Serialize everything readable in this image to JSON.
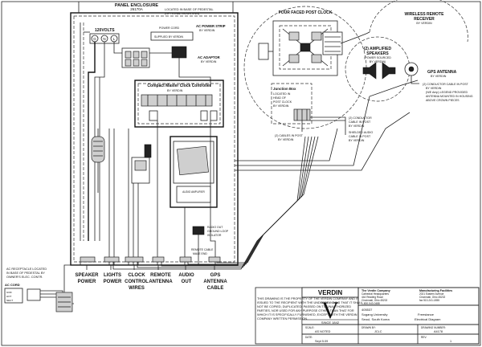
{
  "enclosure": {
    "title": "PANEL ENCLOSURE",
    "model": "26170A",
    "note1": "LOCATED IN BASE OF PEDESTAL",
    "note2": "(OPTIONAL MOUNTING)",
    "voltage": "120VOLTS",
    "term_g": "G",
    "term_n": "N",
    "term_l": "L",
    "power_strip": "AC POWER STRIP",
    "power_strip_by": "BY VERDIN",
    "supplied_by": "SUPPLIED BY VERDIN",
    "power_cord": "POWER CORD",
    "adaptor": "AC ADAPTOR",
    "adaptor_by": "BY VERDIN",
    "controller_title": "Compact Master Clock Controller",
    "controller_by": "BY VERDIN",
    "amp_title": "AUDIO AMPLIFIER",
    "isolator": "RADIO OUT",
    "isolator2": "GROUND LOOP",
    "isolator3": "ISOLATOR",
    "remote_cable": "REMOTE CABLE",
    "remote_cable2": "MALE END"
  },
  "bottom_labels": [
    {
      "l1": "SPEAKER",
      "l2": "POWER"
    },
    {
      "l1": "LIGHTS",
      "l2": "POWER"
    },
    {
      "l1": "CLOCK",
      "l2": "CONTROL",
      "l3": "WIRES"
    },
    {
      "l1": "REMOTE",
      "l2": "ANTENNA"
    },
    {
      "l1": "AUDIO",
      "l2": "OUT"
    },
    {
      "l1": "GPS",
      "l2": "ANTENNA",
      "l3": "CABLE"
    }
  ],
  "left_note": {
    "l1": "AC RECEPTACLE LOCATED",
    "l2": "IN BASE OF PEDESTAL BY",
    "l3": "OWNER'S ELEC. CONTR.",
    "cord": "AC CORD",
    "ground": "GND",
    "hot": "HOT",
    "neutral": "NEUT"
  },
  "clock": {
    "title": "FOUR FACED POST CLOCK",
    "jbox_title": "Junction Box",
    "jbox_l1": "LOCATED IN",
    "jbox_l2": "HEAD OF",
    "jbox_l3": "POST CLOCK",
    "jbox_l4": "BY VERDIN",
    "cond1": "(2) CONDUCTOR",
    "cond1b": "CABLE IN POST",
    "cond1c": "BY VERDIN",
    "cond2": "SHIELDED AUDIO",
    "cond2b": "CABLE IN POST",
    "cond2c": "BY VERDIN",
    "cond3": "(2) CABLES IN POST",
    "cond3b": "BY VERDIN"
  },
  "receiver": {
    "title": "WIRELESS REMOTE",
    "title2": "RECEIVER",
    "by": "BY VERDIN"
  },
  "speakers": {
    "title": "(2) AMPLIFIED",
    "title2": "SPEAKERS",
    "note": "(POWER SOURCED",
    "note2": "BY VERDIN)"
  },
  "gps": {
    "title": "GPS ANTENNA",
    "by": "BY VERDIN",
    "cable1": "(2) CONDUCTOR CABLE IN POST",
    "cable2": "BY VERDIN",
    "cable3": "(N/E Amp) LEGEND PROVIDED",
    "cable4": "ANTENNA MOUNTED IN HOUSING",
    "cable5": "ABOVE CROWN PIECES"
  },
  "legal": {
    "l1": "THIS DRAWING IS THE PROPERTY OF THE VERDIN COMPANY AND IS",
    "l2": "ISSUED TO THE RECIPIENT WITH THE UNDERSTANDING THAT IT SHALL",
    "l3": "NOT BE COPIED, DUPLICATED, PASSED ON TO UNAUTHORIZED",
    "l4": "PARTIES, NOR USED FOR ANY PURPOSE OTHER THAN THAT FOR",
    "l5": "WHICH IT IS SPECIFICALLY FURNISHED, EXCEPT WITH THE VERDIN",
    "l6": "COMPANY WRITTEN PERMISSION."
  },
  "title_block": {
    "logo": "VERDIN",
    "logo_letter": "V",
    "since": "SINCE 1842",
    "company": "The Verdin Company",
    "company_a1": "Cathedral Headquarters",
    "company_a2": "444 Reading Road",
    "company_a3": "Cincinnati, Ohio 45202",
    "company_a4": "1-800-543-0488",
    "mfg": "Manufacturing Facilities",
    "mfg_a1": "2021 Eastern Avenue",
    "mfg_a2": "Cincinnati, Ohio 45202",
    "mfg_a3": "fax 513-241-1855",
    "job": "405537",
    "customer": "Sogang University",
    "city": "Seoul, South Korea",
    "drawing1": "Freestance",
    "drawing2": "Electrical Diagram",
    "scale_label": "SCALE:",
    "scale_value": "AS NOTED",
    "drawn_label": "DRAWN BY:",
    "drawn_value": "JCLC",
    "date_label": "DATE:",
    "date_value": "Sept 5.09",
    "dwg_label": "DRAWING NUMBER:",
    "dwg_value": "A4178",
    "rev_label": "REV:",
    "rev_value": "1"
  }
}
